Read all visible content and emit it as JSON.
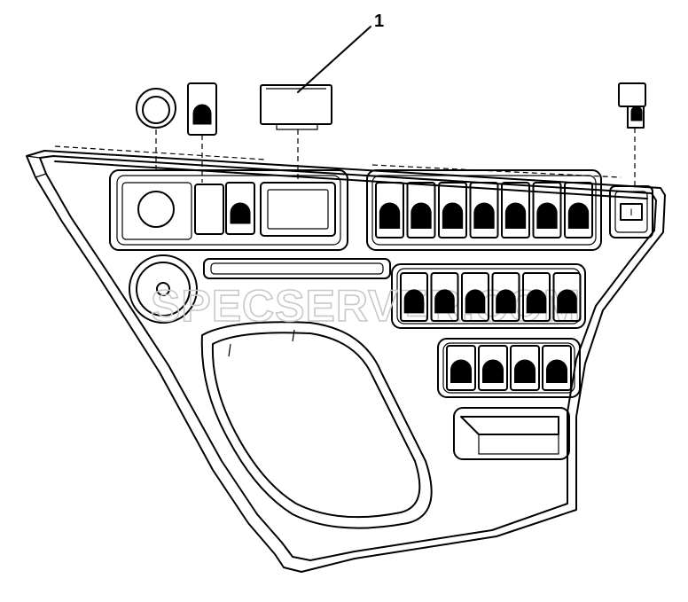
{
  "diagram": {
    "callout_number": "1",
    "watermark": "SPECSERVER.COM",
    "switch_label": "I"
  }
}
